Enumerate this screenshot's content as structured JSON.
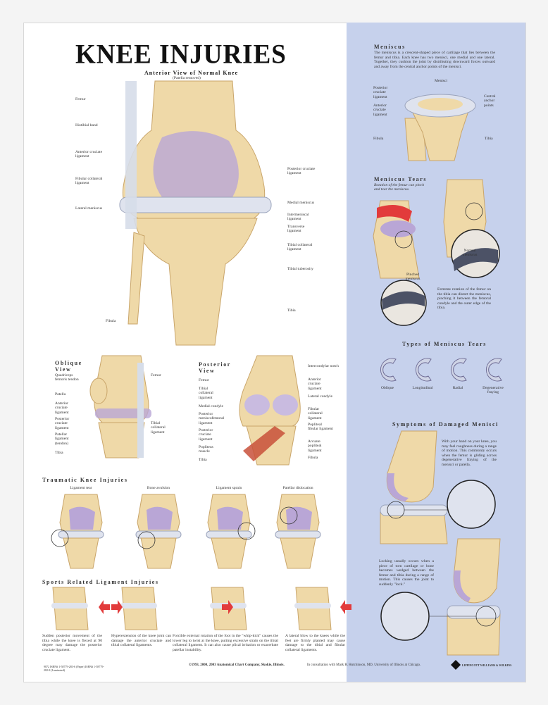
{
  "title": "KNEE INJURIES",
  "anterior": {
    "heading": "Anterior View of Normal Knee",
    "note": "(Patella removed)",
    "left_labels": [
      "Femur",
      "Iliotibial band",
      "Anterior cruciate ligament",
      "Fibular collateral ligament",
      "Lateral meniscus",
      "Fibula"
    ],
    "right_labels": [
      "Posterior cruciate ligament",
      "Medial meniscus",
      "Intermeniscal ligament",
      "Transverse ligament",
      "Tibial collateral ligament",
      "Tibial tuberosity",
      "Tibia"
    ]
  },
  "oblique": {
    "heading": "Oblique View",
    "left_labels": [
      "Quadriceps femoris tendon",
      "Patella",
      "Anterior cruciate ligament",
      "Posterior cruciate ligament",
      "Patellar ligament (tendon)",
      "Tibia"
    ],
    "right_labels": [
      "Femur",
      "Tibial collateral ligament"
    ]
  },
  "posterior": {
    "heading": "Posterior View",
    "left_labels": [
      "Femur",
      "Tibial collateral ligament",
      "Medial condyle",
      "Posterior meniscofemoral ligament",
      "Posterior cruciate ligament",
      "Popliteus muscle",
      "Tibia"
    ],
    "right_labels": [
      "Intercondylar notch",
      "Anterior cruciate ligament",
      "Lateral condyle",
      "Fibular collateral ligament",
      "Popliteal fibular ligament",
      "Arcuate popliteal ligament",
      "Fibula"
    ]
  },
  "traumatic": {
    "heading": "Traumatic Knee Injuries",
    "items": [
      "Ligament tear",
      "Bone avulsion",
      "Ligament sprain",
      "Patellar dislocation"
    ]
  },
  "sports": {
    "heading": "Sports Related Ligament Injuries",
    "items": [
      "Sudden posterior movement of the tibia while the knee is flexed at 90 degree may damage the posterior cruciate ligament.",
      "Hyperextension of the knee joint can damage the anterior cruciate and tibial collateral ligaments.",
      "Forcible external rotation of the foot in the \"whip-kick\" causes the lower leg to twist at the knee, putting excessive strain on the tibial collateral ligament. It can also cause plical irritation or exacerbate patellar instability.",
      "A lateral blow to the knees while the feet are firmly planted may cause damage to the tibial and fibular collateral ligaments."
    ]
  },
  "meniscus": {
    "heading": "Meniscus",
    "text": "The meniscus is a crescent-shaped piece of cartilage that lies between the femur and tibia. Each knee has two menisci, one medial and one lateral. Together, they cushion the joint by distributing downward forces outward and away from the central anchor points of the menisci.",
    "labels": {
      "menisci": "Menisci",
      "pcl": "Posterior cruciate ligament",
      "acl": "Anterior cruciate ligament",
      "anchor": "Central anchor points",
      "fibula": "Fibula",
      "tibia": "Tibia"
    }
  },
  "tears": {
    "heading": "Meniscus Tears",
    "intro": "Rotation of the femur can pinch and tear the meniscus.",
    "normal": "Normal meniscus",
    "pinched": "Pinched meniscus",
    "text": "Extreme rotation of the femur on the tibia can distort the meniscus, pinching it between the femoral condyle and the outer edge of the tibia."
  },
  "types": {
    "heading": "Types of Meniscus Tears",
    "items": [
      "Oblique",
      "Longitudinal",
      "Radial",
      "Degenerative fraying"
    ]
  },
  "symptoms": {
    "heading": "Symptoms of Damaged Menisci",
    "text1": "With your hand on your knee, you may feel roughness during a range of motion. This commonly occurs when the femur is gliding across degenerative fraying of the menisci or patella.",
    "text2": "Locking usually occurs when a piece of torn cartilage or bone becomes wedged between the femur and tibia during a range of motion. This causes the joint to suddenly \"lock.\""
  },
  "footer": {
    "catalog": "9872 ISBN# 1-58779-283-6 (Paper) ISBN# 1-58779-282-8 (Laminated)",
    "copyright": "©1993, 2000, 2003 Anatomical Chart Company, Skokie, Illinois.",
    "consult": "In consultation with Mark R. Hutchinson, MD, University of Illinois at Chicago.",
    "publisher": "LIPPINCOTT WILLIAMS & WILKINS"
  },
  "colors": {
    "panel": "#c6d1ec",
    "bone": "#efd9a8",
    "cartilage": "#b9a6d6",
    "ligament": "#d6dde9",
    "arrow": "#e23b3b",
    "muscle": "#c8503a"
  }
}
